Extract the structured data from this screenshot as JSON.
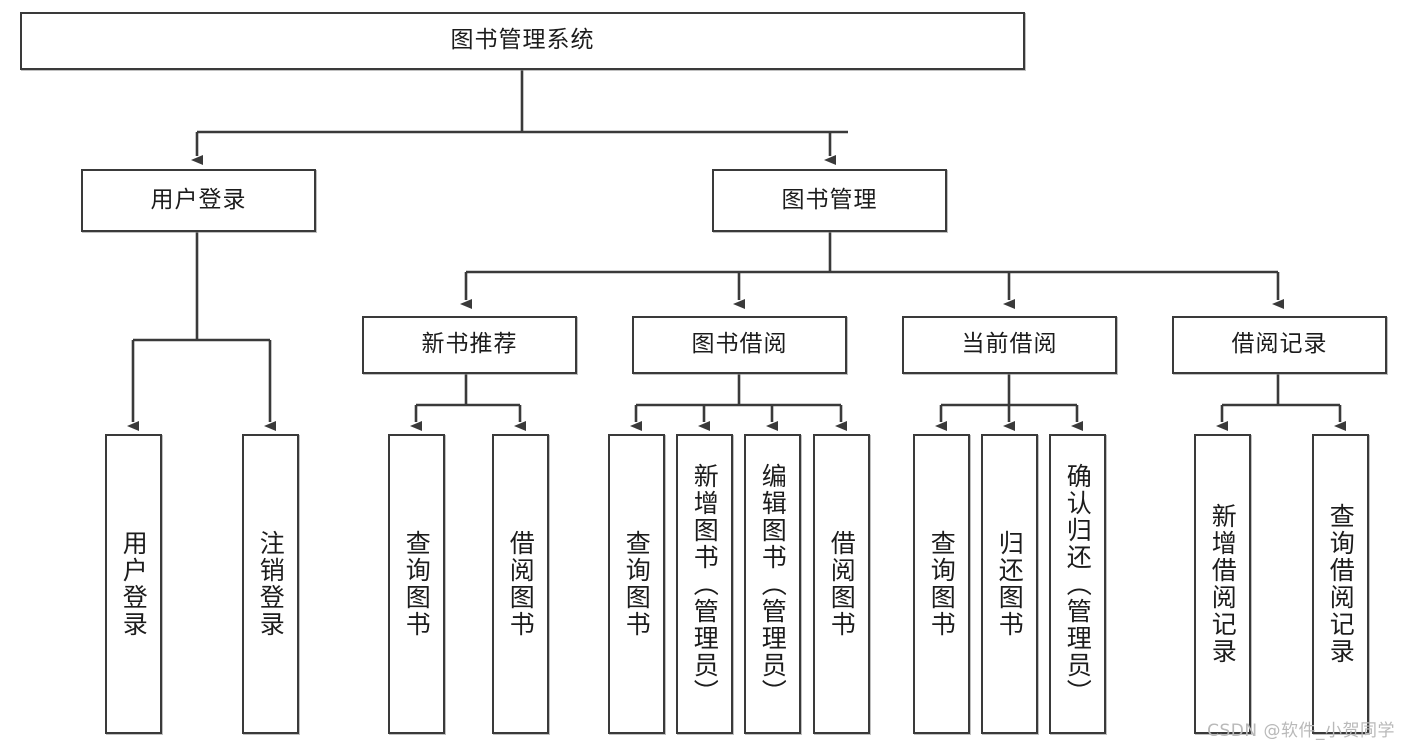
{
  "diagram": {
    "title": "图书管理系统",
    "watermark": "CSDN @软件_小贺同学",
    "root": {
      "label": "图书管理系统"
    },
    "level2": [
      {
        "label": "用户登录"
      },
      {
        "label": "图书管理"
      }
    ],
    "level3": [
      {
        "label": "新书推荐"
      },
      {
        "label": "图书借阅"
      },
      {
        "label": "当前借阅"
      },
      {
        "label": "借阅记录"
      }
    ],
    "leaves": [
      {
        "label": "用户登录"
      },
      {
        "label": "注销登录"
      },
      {
        "label": "查询图书"
      },
      {
        "label": "借阅图书"
      },
      {
        "label": "查询图书"
      },
      {
        "label": "新增图书（管理员）"
      },
      {
        "label": "编辑图书（管理员）"
      },
      {
        "label": "借阅图书"
      },
      {
        "label": "查询图书"
      },
      {
        "label": "归还图书"
      },
      {
        "label": "确认归还（管理员）"
      },
      {
        "label": "新增借阅记录"
      },
      {
        "label": "查询借阅记录"
      }
    ],
    "colors": {
      "stroke": "#3a3a3a",
      "text": "#1c1c1c",
      "background": "#ffffff",
      "watermark": "#b9b9b9"
    }
  }
}
